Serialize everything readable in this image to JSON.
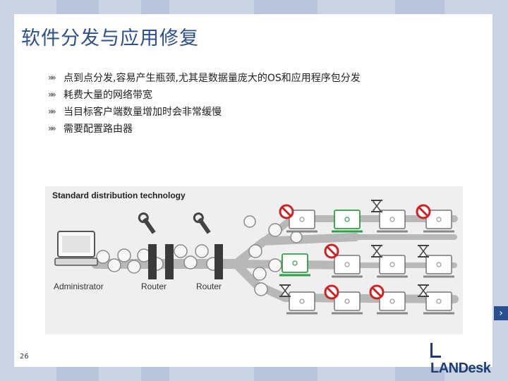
{
  "slide": {
    "title": "软件分发与应用修复",
    "bullets": [
      "点到点分发,容易产生瓶颈,尤其是数据量庞大的OS和应用程序包分发",
      "耗费大量的网络带宽",
      "当目标客户端数量增加时会非常缓慢",
      "需要配置路由器"
    ],
    "page_number": "26",
    "logo_text": "LANDesk"
  },
  "figure": {
    "heading": "Standard distribution technology",
    "labels": {
      "administrator": "Administrator",
      "router1": "Router",
      "router2": "Router"
    }
  },
  "nav": {
    "next_icon": "chevron-right-icon",
    "next_glyph": "›"
  },
  "colors": {
    "title": "#2b4f8f",
    "pipe": "#b8b8b8",
    "blocked": "#cc2222",
    "success": "#2f9e44",
    "figure_bg": "#efefef"
  }
}
